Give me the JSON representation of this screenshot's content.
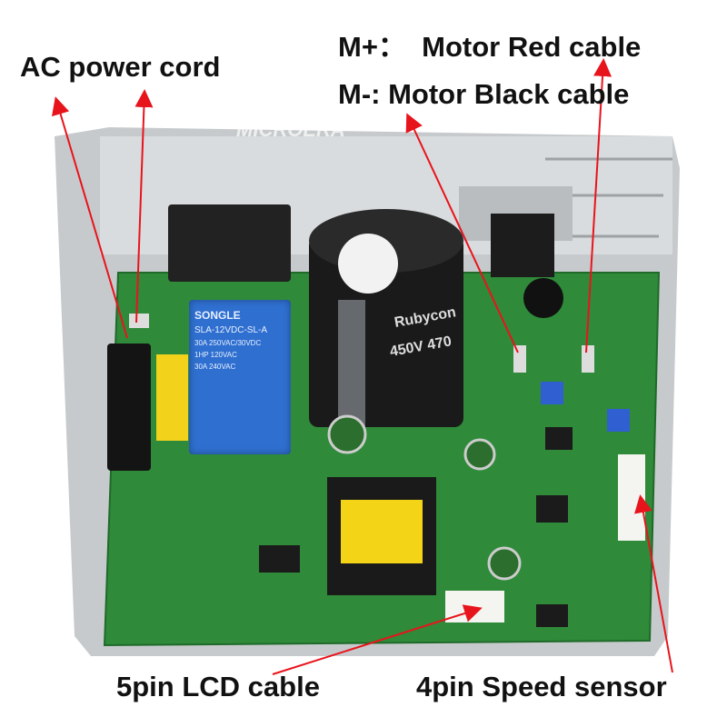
{
  "labels": {
    "ac_power": "AC power cord",
    "m_plus": "M+：  Motor Red cable",
    "m_minus": "M-: Motor Black cable",
    "lcd": "5pin LCD cable",
    "speed": "4pin Speed sensor"
  },
  "relay": {
    "brand": "SONGLE",
    "model": "SLA-12VDC-SL-A",
    "rating1": "30A 250VAC/30VDC",
    "rating2": "1HP 120VAC",
    "rating3": "30A 240VAC"
  },
  "capacitor": {
    "brand": "Rubycon",
    "text": "450V 470"
  },
  "watermark": "MICROERA",
  "colors": {
    "arrow": "#e8141c",
    "pcb": "#2f8a3a",
    "bracket": "#c9ccce"
  }
}
